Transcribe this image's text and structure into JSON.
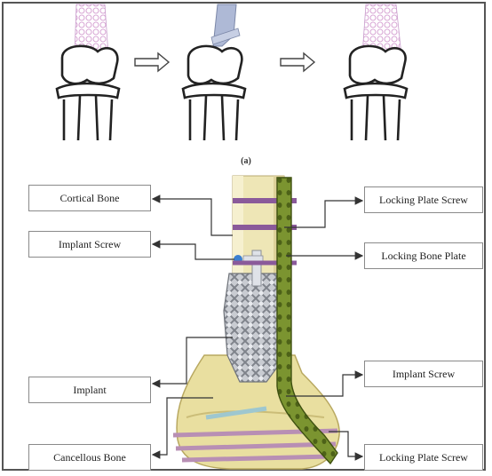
{
  "panel_a": {
    "caption": "(a)"
  },
  "panel_b": {
    "labels": {
      "cortical_bone": "Cortical Bone",
      "implant_screw_left": "Implant Screw",
      "implant": "Implant",
      "cancellous_bone": "Cancellous Bone",
      "locking_plate_screw_top": "Locking Plate Screw",
      "locking_bone_plate": "Locking Bone Plate",
      "implant_screw_right": "Implant Screw",
      "locking_plate_screw_bottom": "Locking Plate Screw"
    }
  },
  "colors": {
    "bone_fill": "#efe4a8",
    "cortical": "#e9dca0",
    "plate": "#6f8a2a",
    "screw": "#9a6aa8",
    "implant_lattice": "#a6a9b0",
    "graft_dots": "#d9a9d6"
  }
}
